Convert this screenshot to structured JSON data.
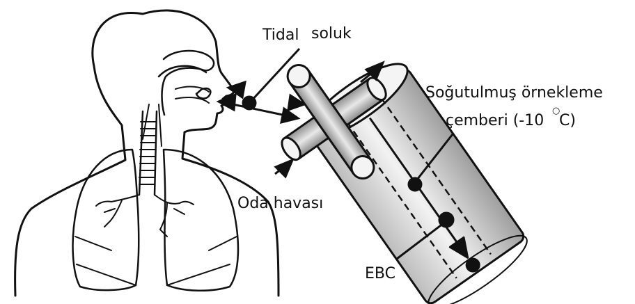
{
  "labels": {
    "tidal_1": "Tidal",
    "tidal_2": "soluk",
    "cooled_1": "Soğutulmuş örnekleme",
    "cooled_2": "çemberi (-10",
    "cooled_deg": "○",
    "cooled_3": "C)",
    "room_air": "Oda havası",
    "ebc": "EBC"
  },
  "colors": {
    "ink": "#111111",
    "tube_fill": "#cfcfcf",
    "tube_light": "#eeeeee"
  }
}
